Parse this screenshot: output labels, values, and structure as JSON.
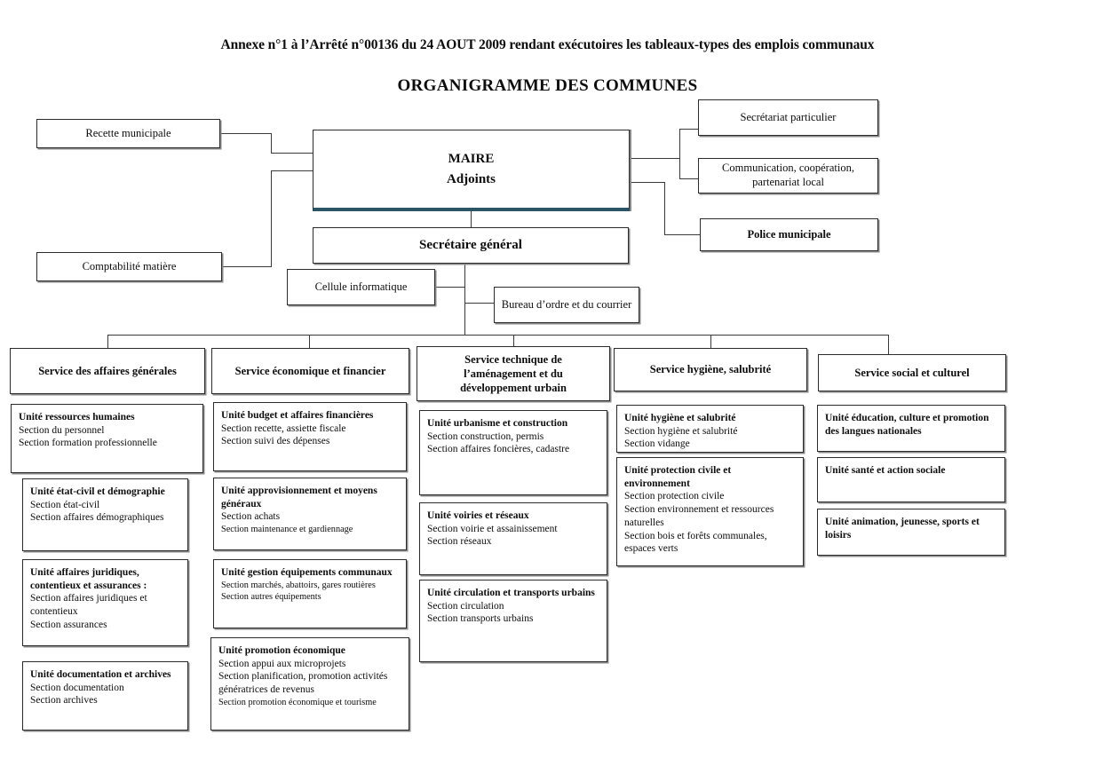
{
  "document": {
    "title_main": "Annexe n°1 à l’Arrêté n°00136 du 24 AOUT 2009 rendant exécutoires les tableaux-types des emplois communaux",
    "title_sub": "ORGANIGRAMME DES COMMUNES"
  },
  "colors": {
    "box_border": "#2b2b2b",
    "box_shadow": "#8a8a8a",
    "accent_maire_underline": "#2a5566",
    "line": "#3a3a3a",
    "background": "#ffffff"
  },
  "chart_data": {
    "type": "diagram",
    "title": "ORGANIGRAMME DES COMMUNES",
    "orientation": "top-down org chart"
  },
  "top": {
    "maire": {
      "line1": "MAIRE",
      "line2": "Adjoints"
    },
    "left_boxes": [
      {
        "label": "Recette municipale"
      },
      {
        "label": "Comptabilité matière"
      }
    ],
    "right_boxes": [
      {
        "label": "Secrétariat particulier",
        "bold": false
      },
      {
        "label": "Communication, coopération,\npartenariat local",
        "bold": false
      },
      {
        "label": "Police municipale",
        "bold": true
      }
    ],
    "secretaire_general": {
      "label": "Secrétaire général"
    },
    "staff_boxes": [
      {
        "label": "Cellule informatique"
      },
      {
        "label": "Bureau d’ordre et du courrier"
      }
    ]
  },
  "services": [
    {
      "header": "Service des affaires générales",
      "units": [
        {
          "title": "Unité ressources humaines",
          "sections": [
            {
              "text": "Section du personnel",
              "small": false
            },
            {
              "text": "Section formation professionnelle",
              "small": false
            }
          ]
        },
        {
          "title": "Unité état-civil et démographie",
          "sections": [
            {
              "text": "Section état-civil",
              "small": false
            },
            {
              "text": "Section affaires démographiques",
              "small": false
            }
          ]
        },
        {
          "title": "Unité affaires juridiques, contentieux et assurances :",
          "sections": [
            {
              "text": "Section affaires juridiques et contentieux",
              "small": false
            },
            {
              "text": "Section assurances",
              "small": false
            }
          ]
        },
        {
          "title": "Unité documentation et archives",
          "sections": [
            {
              "text": "Section documentation",
              "small": false
            },
            {
              "text": "Section archives",
              "small": false
            }
          ]
        }
      ]
    },
    {
      "header": "Service économique et financier",
      "units": [
        {
          "title": "Unité budget et affaires financières",
          "sections": [
            {
              "text": "Section recette, assiette fiscale",
              "small": false
            },
            {
              "text": "Section suivi des dépenses",
              "small": false
            }
          ]
        },
        {
          "title": "Unité approvisionnement et moyens généraux",
          "sections": [
            {
              "text": "Section achats",
              "small": false
            },
            {
              "text": "Section maintenance et gardiennage",
              "small": true
            }
          ]
        },
        {
          "title": "Unité gestion équipements communaux",
          "sections": [
            {
              "text": "Section marchés, abattoirs, gares routières",
              "small": true
            },
            {
              "text": "Section autres équipements",
              "small": true
            }
          ]
        },
        {
          "title": "Unité promotion économique",
          "sections": [
            {
              "text": "Section appui aux microprojets",
              "small": false
            },
            {
              "text": "Section planification, promotion activités génératrices de revenus",
              "small": false
            },
            {
              "text": "Section promotion économique et tourisme",
              "small": true
            }
          ]
        }
      ]
    },
    {
      "header": "Service technique de l’aménagement et du développement urbain",
      "units": [
        {
          "title": "Unité urbanisme et construction",
          "sections": [
            {
              "text": "Section construction, permis",
              "small": false
            },
            {
              "text": "Section affaires foncières, cadastre",
              "small": false
            }
          ]
        },
        {
          "title": "Unité voiries et réseaux",
          "sections": [
            {
              "text": "Section voirie et assainissement",
              "small": false
            },
            {
              "text": "Section réseaux",
              "small": false
            }
          ]
        },
        {
          "title": "Unité circulation et transports urbains",
          "sections": [
            {
              "text": "Section circulation",
              "small": false
            },
            {
              "text": "Section transports urbains",
              "small": false
            }
          ]
        }
      ]
    },
    {
      "header": "Service hygiène, salubrité",
      "units": [
        {
          "title": "Unité hygiène et salubrité",
          "sections": [
            {
              "text": "Section hygiène et salubrité",
              "small": false
            },
            {
              "text": "Section vidange",
              "small": false
            }
          ]
        },
        {
          "title": "Unité protection civile et environnement",
          "sections": [
            {
              "text": "Section protection civile",
              "small": false
            },
            {
              "text": "Section environnement et ressources naturelles",
              "small": false
            },
            {
              "text": "Section bois et forêts communales, espaces verts",
              "small": false
            }
          ]
        }
      ]
    },
    {
      "header": "Service social et culturel",
      "units": [
        {
          "title": "Unité éducation, culture et promotion des langues nationales",
          "sections": []
        },
        {
          "title": "Unité santé et action sociale",
          "sections": []
        },
        {
          "title": "Unité animation, jeunesse, sports et loisirs",
          "sections": []
        }
      ]
    }
  ]
}
